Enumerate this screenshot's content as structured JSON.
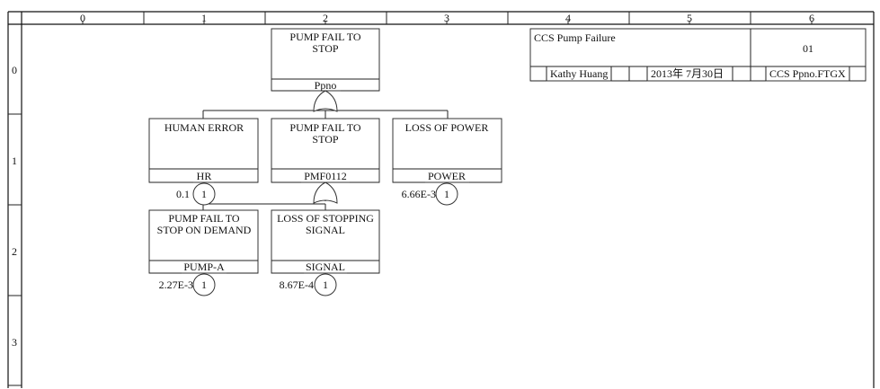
{
  "columns": [
    "0",
    "1",
    "2",
    "3",
    "4",
    "5",
    "6"
  ],
  "rows": [
    "0",
    "1",
    "2",
    "3"
  ],
  "title_block": {
    "description": "CCS Pump Failure",
    "page_number": "01",
    "author": "Kathy Huang",
    "date": "2013年 7月30日",
    "file_name": "CCS Ppno.FTGX"
  },
  "top_gate": {
    "title_line1": "PUMP FAIL TO",
    "title_line2": "STOP",
    "id": "Ppno",
    "gate": "or"
  },
  "human_error": {
    "title_line1": "HUMAN ERROR",
    "title_line2": "",
    "id": "HR",
    "probability": "0.1",
    "count": "1"
  },
  "pump_fail_stop": {
    "title_line1": "PUMP FAIL TO",
    "title_line2": "STOP",
    "id": "PMF0112",
    "gate": "or"
  },
  "loss_of_power": {
    "title_line1": "LOSS OF POWER",
    "title_line2": "",
    "id": "POWER",
    "probability": "6.66E-3",
    "count": "1"
  },
  "pump_fail_demand": {
    "title_line1": "PUMP FAIL TO",
    "title_line2": "STOP ON DEMAND",
    "id": "PUMP-A",
    "probability": "2.27E-3",
    "count": "1"
  },
  "loss_of_signal": {
    "title_line1": "LOSS OF STOPPING",
    "title_line2": "SIGNAL",
    "id": "SIGNAL",
    "probability": "8.67E-4",
    "count": "1"
  }
}
